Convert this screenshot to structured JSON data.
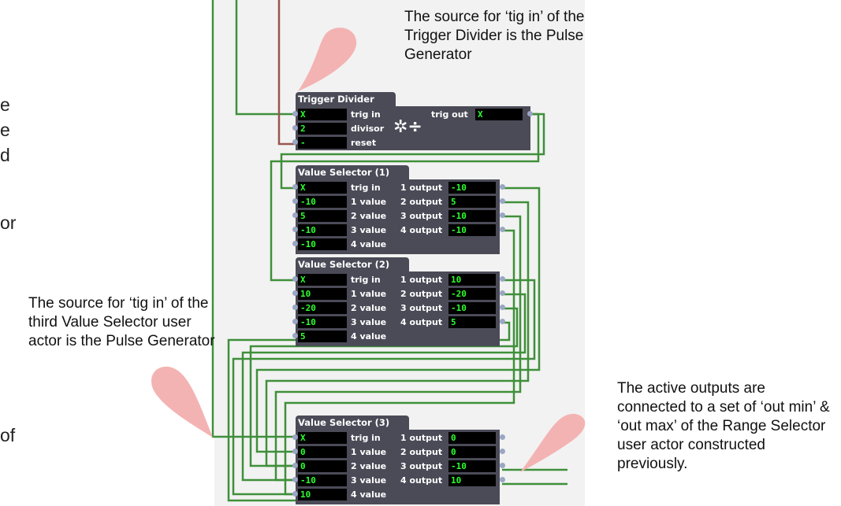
{
  "left_fragments": [
    "e",
    "e",
    "d",
    "or",
    "of"
  ],
  "annotations": {
    "trigger_source": "The source for ‘tig in’ of the Trigger Divider is the Pulse Generator",
    "selector3_source": "The source for ‘tig in’ of the third Value Selector user actor is the Pulse Generator",
    "active_outputs": "The active outputs are connected to a set of ‘out min’ & ‘out max’ of the Range Selector user actor constructed previously."
  },
  "trigger_divider": {
    "title": "Trigger Divider",
    "inputs": [
      {
        "value": "X",
        "label": "trig in"
      },
      {
        "value": "2",
        "label": "divisor"
      },
      {
        "value": "-",
        "label": "reset"
      }
    ],
    "output": {
      "label": "trig out",
      "value": "X"
    },
    "icon": "divide-icon"
  },
  "selectors": [
    {
      "title": "Value Selector (1)",
      "inputs": [
        {
          "value": "X",
          "label": "trig in"
        },
        {
          "value": "-10",
          "label": "1 value"
        },
        {
          "value": "5",
          "label": "2 value"
        },
        {
          "value": "-10",
          "label": "3 value"
        },
        {
          "value": "-10",
          "label": "4 value"
        }
      ],
      "outputs": [
        {
          "label": "1 output",
          "value": "-10"
        },
        {
          "label": "2 output",
          "value": "5"
        },
        {
          "label": "3 output",
          "value": "-10"
        },
        {
          "label": "4 output",
          "value": "-10"
        }
      ]
    },
    {
      "title": "Value Selector (2)",
      "inputs": [
        {
          "value": "X",
          "label": "trig in"
        },
        {
          "value": "10",
          "label": "1 value"
        },
        {
          "value": "-20",
          "label": "2 value"
        },
        {
          "value": "-10",
          "label": "3 value"
        },
        {
          "value": "5",
          "label": "4 value"
        }
      ],
      "outputs": [
        {
          "label": "1 output",
          "value": "10"
        },
        {
          "label": "2 output",
          "value": "-20"
        },
        {
          "label": "3 output",
          "value": "-10"
        },
        {
          "label": "4 output",
          "value": "5"
        }
      ]
    },
    {
      "title": "Value Selector (3)",
      "inputs": [
        {
          "value": "X",
          "label": "trig in"
        },
        {
          "value": "0",
          "label": "1 value"
        },
        {
          "value": "0",
          "label": "2 value"
        },
        {
          "value": "-10",
          "label": "3 value"
        },
        {
          "value": "10",
          "label": "4 value"
        }
      ],
      "outputs": [
        {
          "label": "1 output",
          "value": "0"
        },
        {
          "label": "2 output",
          "value": "0"
        },
        {
          "label": "3 output",
          "value": "-10"
        },
        {
          "label": "4 output",
          "value": "10"
        }
      ]
    }
  ],
  "colors": {
    "wire": "#3f8f3a",
    "reset_wire": "#9a5550",
    "callout": "#f4b3b3",
    "actor_bg": "#4b4b58",
    "value_text": "#2dff2d"
  }
}
